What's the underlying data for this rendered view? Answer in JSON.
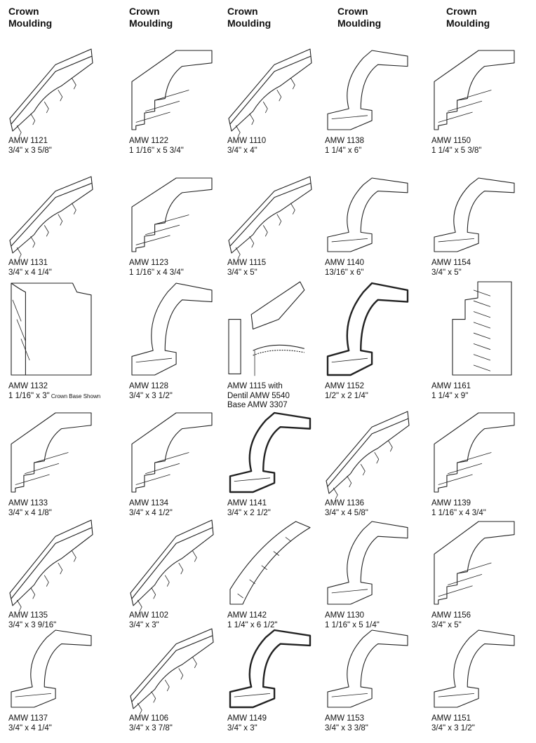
{
  "header_text": "Crown\nMoulding",
  "items": [
    {
      "code": "AMW 1121",
      "size": "3/4\" x 3 5/8\"",
      "style": "slope"
    },
    {
      "code": "AMW 1122",
      "size": "1 1/16\" x 5 3/4\"",
      "style": "steps"
    },
    {
      "code": "AMW 1110",
      "size": "3/4\" x 4\"",
      "style": "slope"
    },
    {
      "code": "AMW 1138",
      "size": "1 1/4\" x 6\"",
      "style": "cove"
    },
    {
      "code": "AMW 1150",
      "size": "1 1/4\" x 5 3/8\"",
      "style": "steps"
    },
    {
      "code": "AMW 1131",
      "size": "3/4\" x 4 1/4\"",
      "style": "slope"
    },
    {
      "code": "AMW 1123",
      "size": "1 1/16\" x 4 3/4\"",
      "style": "steps"
    },
    {
      "code": "AMW 1115",
      "size": "3/4\" x 5\"",
      "style": "slope"
    },
    {
      "code": "AMW 1140",
      "size": "13/16\" x 6\"",
      "style": "cove"
    },
    {
      "code": "AMW 1154",
      "size": "3/4\" x 5\"",
      "style": "cove"
    },
    {
      "code": "AMW 1132",
      "size": "1 1/16\" x 3\"",
      "note": "Crown Base Shown",
      "style": "block"
    },
    {
      "code": "AMW 1128",
      "size": "3/4\" x 3 1/2\"",
      "style": "cove"
    },
    {
      "code": "AMW 1115 with\nDentil AMW 5540\nBase AMW 3307",
      "size": "",
      "style": "assembly"
    },
    {
      "code": "AMW 1152",
      "size": "1/2\" x 2 1/4\"",
      "style": "bold"
    },
    {
      "code": "AMW 1161",
      "size": "1 1/4\" x 9\"",
      "style": "tall"
    },
    {
      "code": "AMW 1133",
      "size": "3/4\" x 4 1/8\"",
      "style": "steps"
    },
    {
      "code": "AMW 1134",
      "size": "3/4\" x 4 1/2\"",
      "style": "steps"
    },
    {
      "code": "AMW 1141",
      "size": "3/4\" x 2 1/2\"",
      "style": "bold"
    },
    {
      "code": "AMW 1136",
      "size": "3/4\" x 4 5/8\"",
      "style": "slope"
    },
    {
      "code": "AMW 1139",
      "size": "1 1/16\" x 4 3/4\"",
      "style": "steps"
    },
    {
      "code": "AMW 1135",
      "size": "3/4\" x 3 9/16\"",
      "style": "slope"
    },
    {
      "code": "AMW 1102",
      "size": "3/4\" x 3\"",
      "style": "slope"
    },
    {
      "code": "AMW 1142",
      "size": "1 1/4\" x 6 1/2\"",
      "style": "arch"
    },
    {
      "code": "AMW 1130",
      "size": "1 1/16\" x 5 1/4\"",
      "style": "cove"
    },
    {
      "code": "AMW 1156",
      "size": "3/4\" x 5\"",
      "style": "steps"
    },
    {
      "code": "AMW 1137",
      "size": "3/4\" x 4 1/4\"",
      "style": "cove"
    },
    {
      "code": "AMW 1106",
      "size": "3/4\" x 3 7/8\"",
      "style": "slope"
    },
    {
      "code": "AMW 1149",
      "size": "3/4\" x 3\"",
      "style": "bold"
    },
    {
      "code": "AMW 1153",
      "size": "3/4\" x 3 3/8\"",
      "style": "cove"
    },
    {
      "code": "AMW 1151",
      "size": "3/4\" x 3 1/2\"",
      "style": "cove"
    }
  ]
}
